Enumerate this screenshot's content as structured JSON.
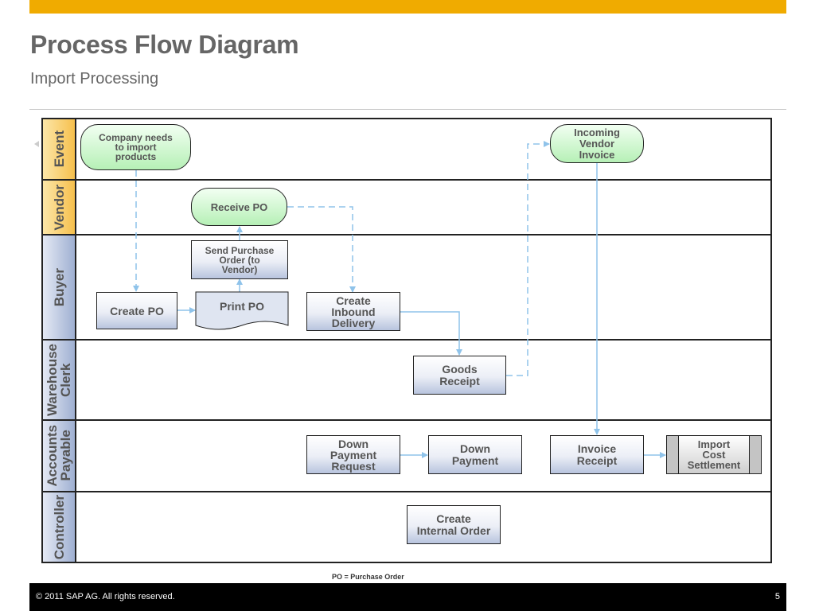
{
  "header": {
    "title": "Process Flow Diagram",
    "subtitle": "Import Processing"
  },
  "lanes": [
    "Event",
    "Vendor",
    "Buyer",
    "Warehouse\nClerk",
    "Accounts\nPayable",
    "Controller"
  ],
  "nodes": {
    "company_needs": "Company needs\nto import\nproducts",
    "incoming_invoice": "Incoming\nVendor\nInvoice",
    "receive_po": "Receive PO",
    "send_po": "Send Purchase\nOrder (to\nVendor)",
    "create_po": "Create PO",
    "print_po": "Print PO",
    "create_inbound": "Create\nInbound\nDelivery",
    "goods_receipt": "Goods\nReceipt",
    "down_payment_request": "Down\nPayment\nRequest",
    "down_payment": "Down\nPayment",
    "invoice_receipt": "Invoice\nReceipt",
    "import_cost": "Import\nCost\nSettlement",
    "create_internal_order": "Create\nInternal Order"
  },
  "footnote": "PO = Purchase Order",
  "footer": {
    "copyright": "©  2011 SAP AG. All rights reserved.",
    "page": "5"
  },
  "colors": {
    "accent": "#f0ab00",
    "arrow": "#8fc3ea",
    "event_fill": "#b6f0b6",
    "task_fill": "#b8c4de"
  }
}
